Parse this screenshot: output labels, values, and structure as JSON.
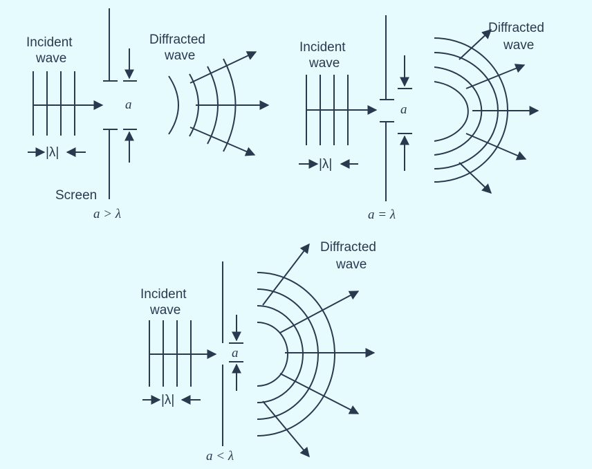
{
  "colors": {
    "background": "#e6fbfe",
    "ink": "#2a3a4e"
  },
  "panels": [
    {
      "incident_label": [
        "Incident",
        "wave"
      ],
      "diffracted_label": [
        "Diffracted",
        "wave"
      ],
      "wavelength_label": "|λ|",
      "gap_label": "a",
      "screen_label": "Screen",
      "condition": "a > λ"
    },
    {
      "incident_label": [
        "Incident",
        "wave"
      ],
      "diffracted_label": [
        "Diffracted",
        "wave"
      ],
      "wavelength_label": "|λ|",
      "gap_label": "a",
      "condition": "a = λ"
    },
    {
      "incident_label": [
        "Incident",
        "wave"
      ],
      "diffracted_label": [
        "Diffracted",
        "wave"
      ],
      "wavelength_label": "|λ|",
      "gap_label": "a",
      "condition": "a < λ"
    }
  ]
}
